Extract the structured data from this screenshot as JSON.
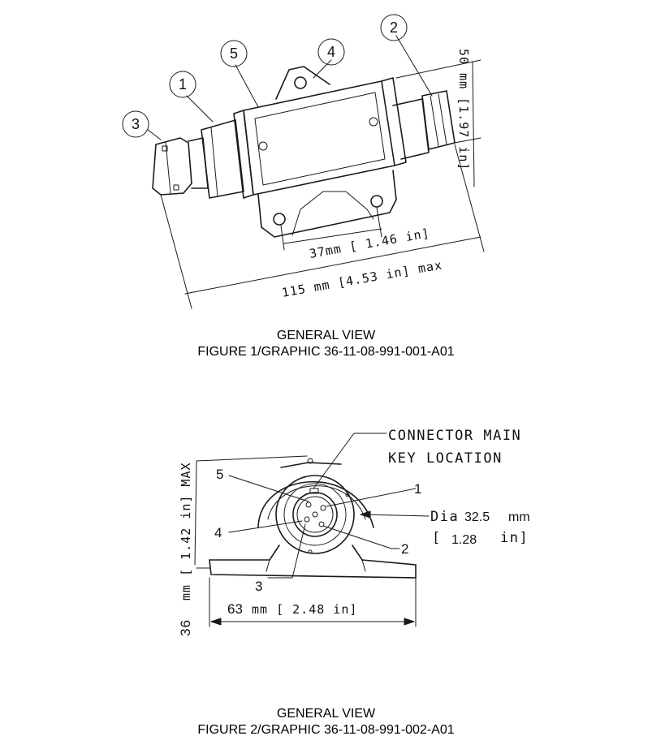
{
  "figure1": {
    "callouts": [
      "1",
      "2",
      "3",
      "4",
      "5"
    ],
    "dim_height": "50 mm [1.97 in]",
    "dim_hole_spacing": "37mm [ 1.46 in]",
    "dim_length": "115 mm [4.53 in] max",
    "caption_title": "GENERAL VIEW",
    "caption_ref": "FIGURE 1/GRAPHIC 36-11-08-991-001-A01"
  },
  "figure2": {
    "connector_label_line1": "CONNECTOR MAIN",
    "connector_label_line2": "KEY LOCATION",
    "pins": [
      "1",
      "2",
      "3",
      "4",
      "5"
    ],
    "dia_label": "Dia",
    "dia_mm": "32.5",
    "dia_mm_unit": "mm",
    "dia_in_open": "[",
    "dia_in": "1.28",
    "dia_in_unit": "in]",
    "dim_height_mm": "36",
    "dim_height_rest": "mm [ 1.42 in] MAX",
    "dim_width_mm": "63",
    "dim_width_rest": "mm [ 2.48 in]",
    "caption_title": "GENERAL VIEW",
    "caption_ref": "FIGURE 2/GRAPHIC 36-11-08-991-002-A01"
  },
  "colors": {
    "ink": "#1a1a1a",
    "background": "#ffffff"
  }
}
